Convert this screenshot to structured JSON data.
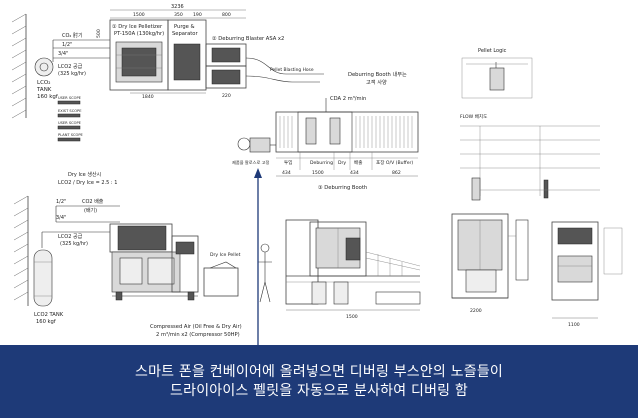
{
  "plan": {
    "dims": {
      "total": "3236",
      "seg1": "1500",
      "seg2": "350",
      "seg3": "190",
      "seg4": "800",
      "height": "500",
      "bottom1": "1840",
      "bottom2": "220"
    },
    "pelletizer_label": "① Dry Ice Pelletizer",
    "pelletizer_model": "PT-150A (130kg/hr)",
    "purge_label": "Purge &",
    "separator_label": "Separator",
    "blaster_label": "② Deburring Blaster ASA x2",
    "pellet_hose": "Pellet Blasting Hose",
    "co2_vent": "CO₂ 肘기",
    "size_half": "1/2\"",
    "size_34": "3/4\"",
    "lco2_supply": "LCO2 공급",
    "supply_pressure": "(325 kg/hr)",
    "tank_name": "LCO₂",
    "tank_label": "TANK",
    "tank_weight": "160 kgf",
    "booth_note_1": "Deburring Booth 내부는",
    "booth_note_2": "고객 사양",
    "cda": "CDA 2 m³/min",
    "robot_label": "제품을 팔로스로 고정",
    "conveyor_sections": [
      "투입",
      "Deburring",
      "Dry",
      "배출",
      "포장 O/V (Buffer)"
    ],
    "conveyor_dims": [
      "434",
      "1500",
      "434",
      "862"
    ],
    "booth_title": "③ Deburring Booth",
    "pellet_logic": "Pellet Logic",
    "flow_title": "FLOW 배치도",
    "legend_rows": [
      "USER SCOPE",
      "EXIST SCOPE",
      "USER SCOPE",
      "PLANT SCOPE"
    ]
  },
  "side": {
    "title_1": "Dry Ice 생산시",
    "title_2": "LCO2 / Dry Ice = 2.5 : 1",
    "size_half": "1/2\"",
    "co2_vent_label": "CO2 배출",
    "co2_vent_sub": "(배기)",
    "size_34": "3/4\"",
    "lco2_supply": "LCO2 공급",
    "supply_rate": "(325 kg/hr)",
    "dry_ice_outlet": "Dry Ice Pellet",
    "tank_name": "LCO2 TANK",
    "tank_weight": "160 kgf",
    "compressed_air_1": "Compressed Air (Oil Free & Dry Air)",
    "compressed_air_2": "2 m³/min x2 (Compressor 50HP)",
    "front_dim": "1500",
    "side_dim": "1100",
    "side_height": "2200"
  },
  "caption": {
    "line1": "스마트 폰을 컨베이어에 올려넣으면 디버링 부스안의 노즐들이",
    "line2": "드라이아이스 펠릿을 자동으로 분사하여 디버링 함"
  },
  "colors": {
    "caption_bg": "#1e3a78",
    "caption_text": "#ffffff",
    "arrow": "#1e3a78"
  }
}
